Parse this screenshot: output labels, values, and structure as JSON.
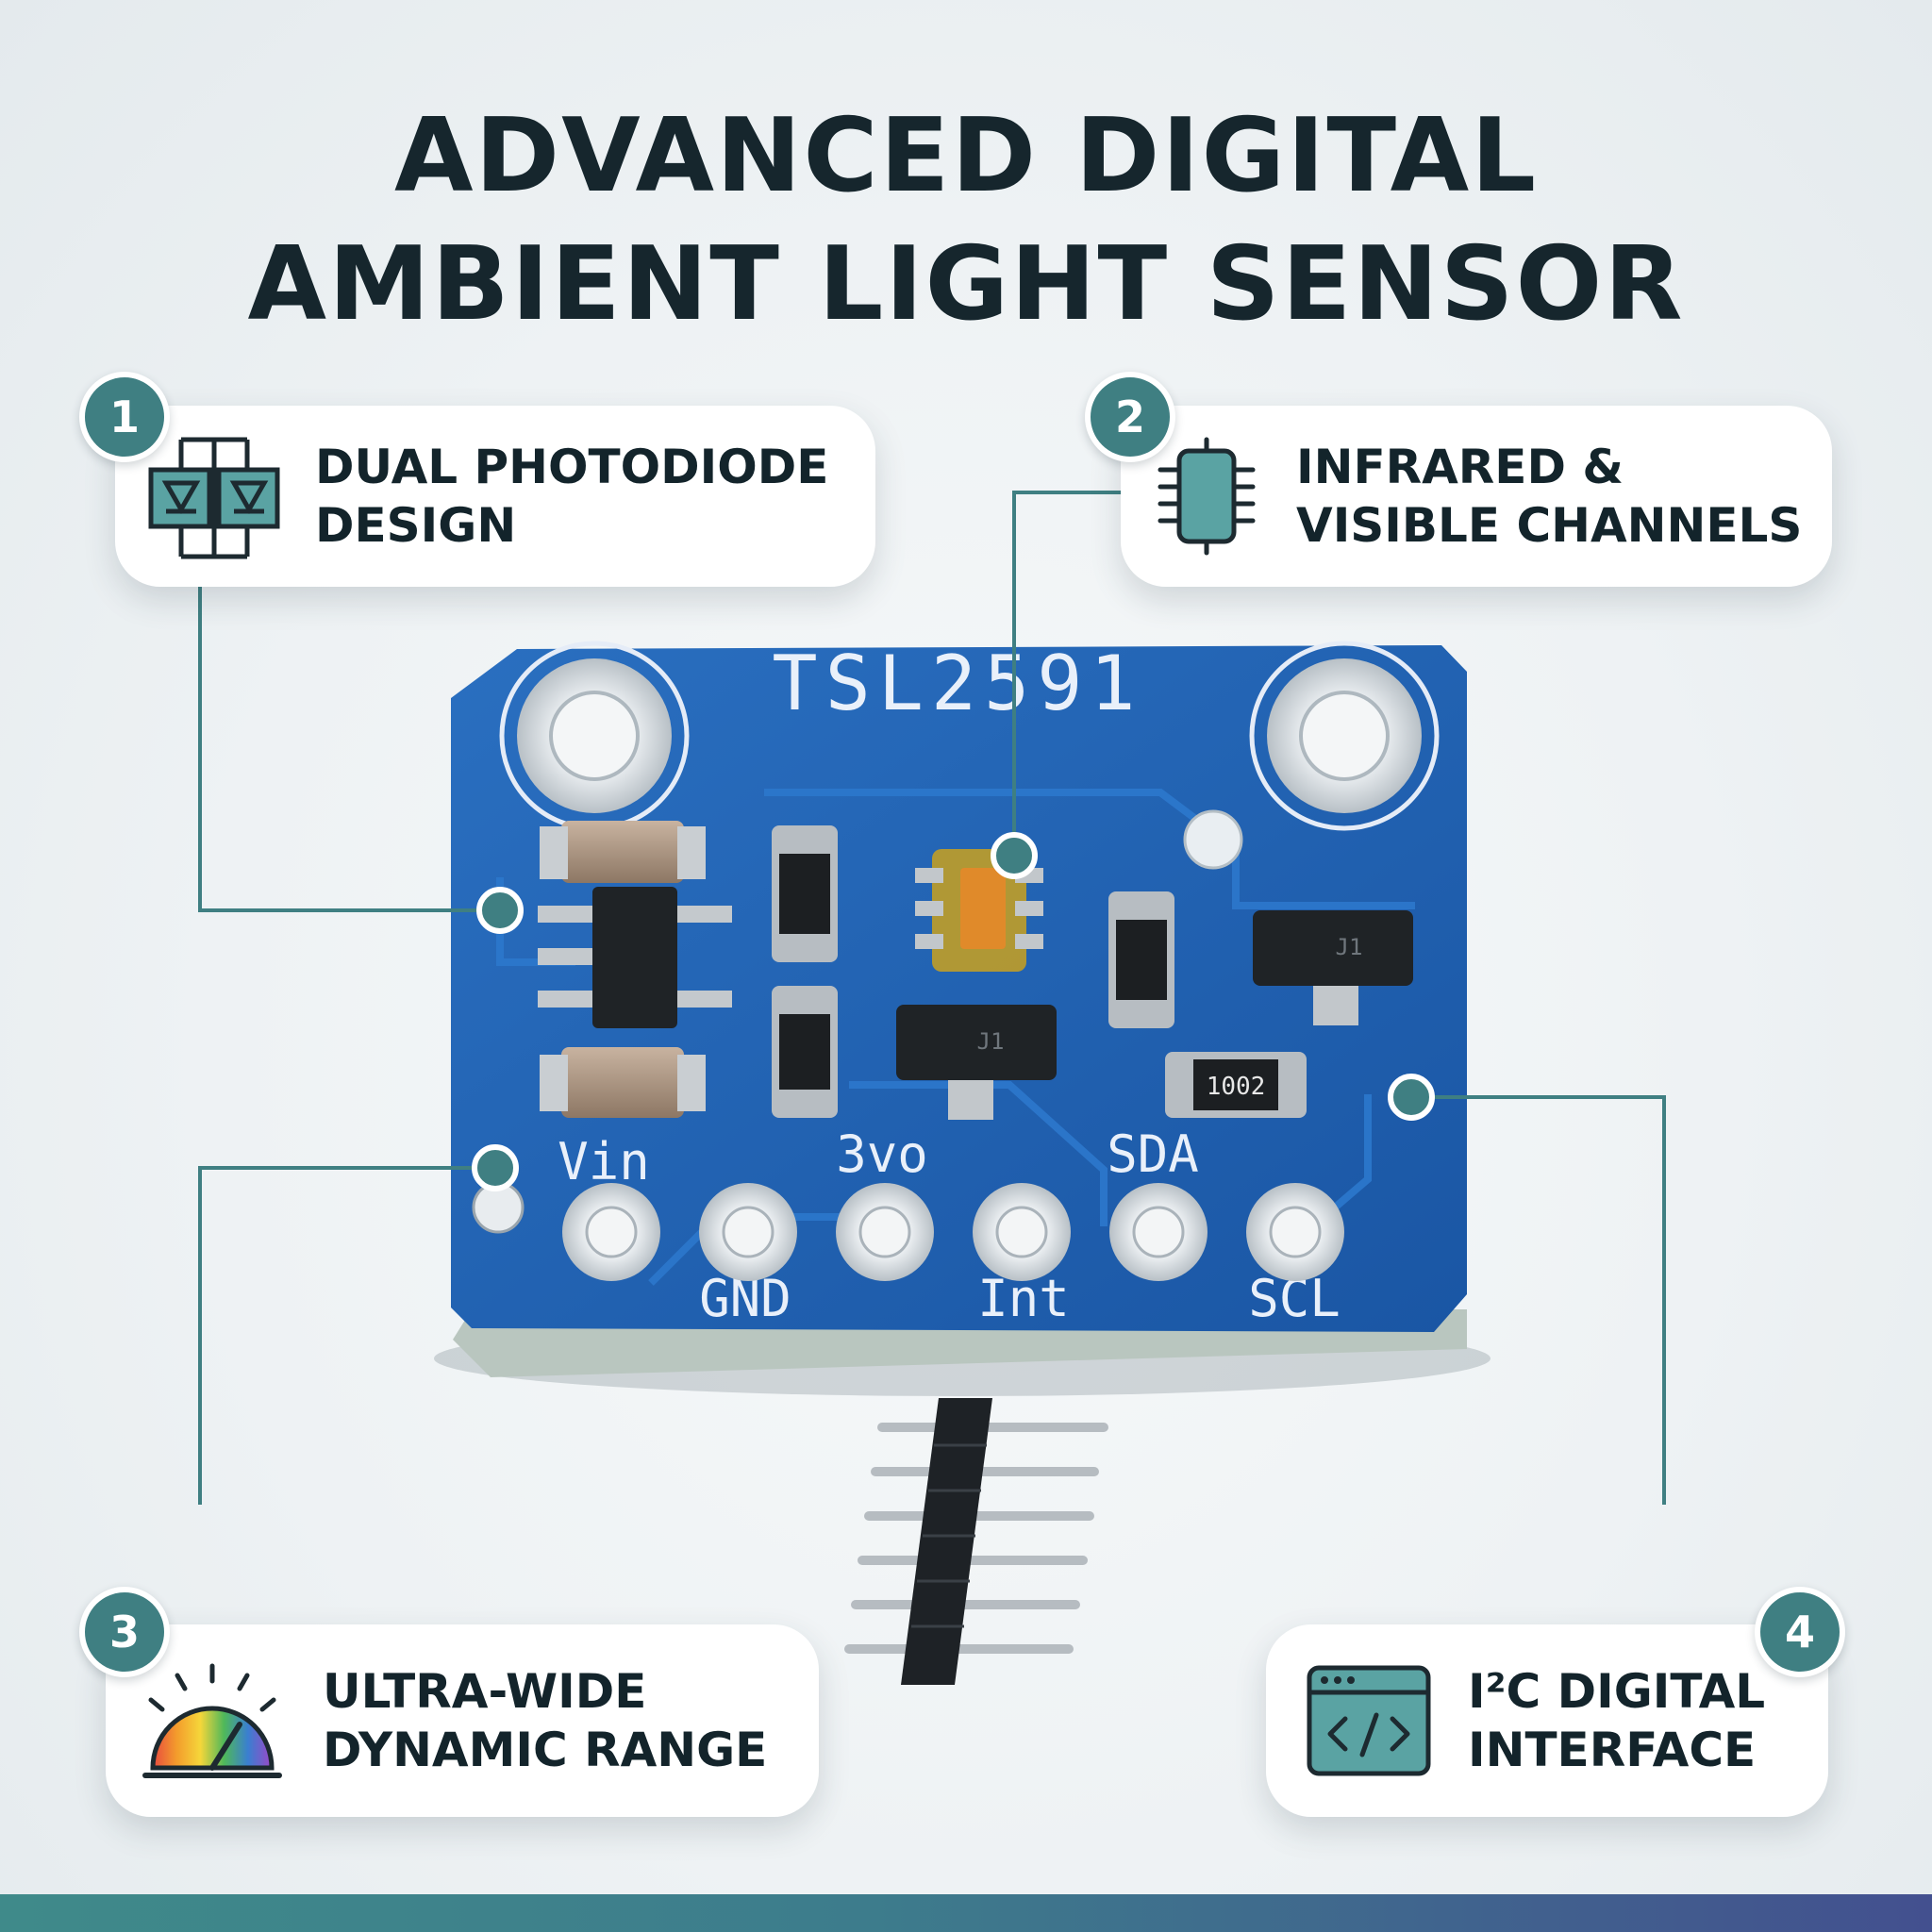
{
  "title": {
    "line1": "ADVANCED DIGITAL",
    "line2": "AMBIENT LIGHT SENSOR"
  },
  "features": [
    {
      "number": "1",
      "line1": "DUAL PHOTODIODE",
      "line2": "DESIGN",
      "icon": "dual-photodiode-icon"
    },
    {
      "number": "2",
      "line1": "INFRARED &",
      "line2": "VISIBLE CHANNELS",
      "icon": "chip-icon"
    },
    {
      "number": "3",
      "line1": "ULTRA-WIDE",
      "line2": "DYNAMIC RANGE",
      "icon": "rainbow-gauge-icon"
    },
    {
      "number": "4",
      "line1": "I²C DIGITAL",
      "line2": "INTERFACE",
      "icon": "code-window-icon"
    }
  ],
  "board": {
    "model": "TSL2591",
    "pins_top": [
      "Vin",
      "3vo",
      "SDA"
    ],
    "pins_bottom": [
      "GND",
      "Int",
      "SCL"
    ],
    "resistor_code": "1002",
    "transistor_mark": "J1"
  },
  "colors": {
    "accent": "#3f7f82",
    "title": "#16262d",
    "pcb": "#1f5fb0"
  }
}
